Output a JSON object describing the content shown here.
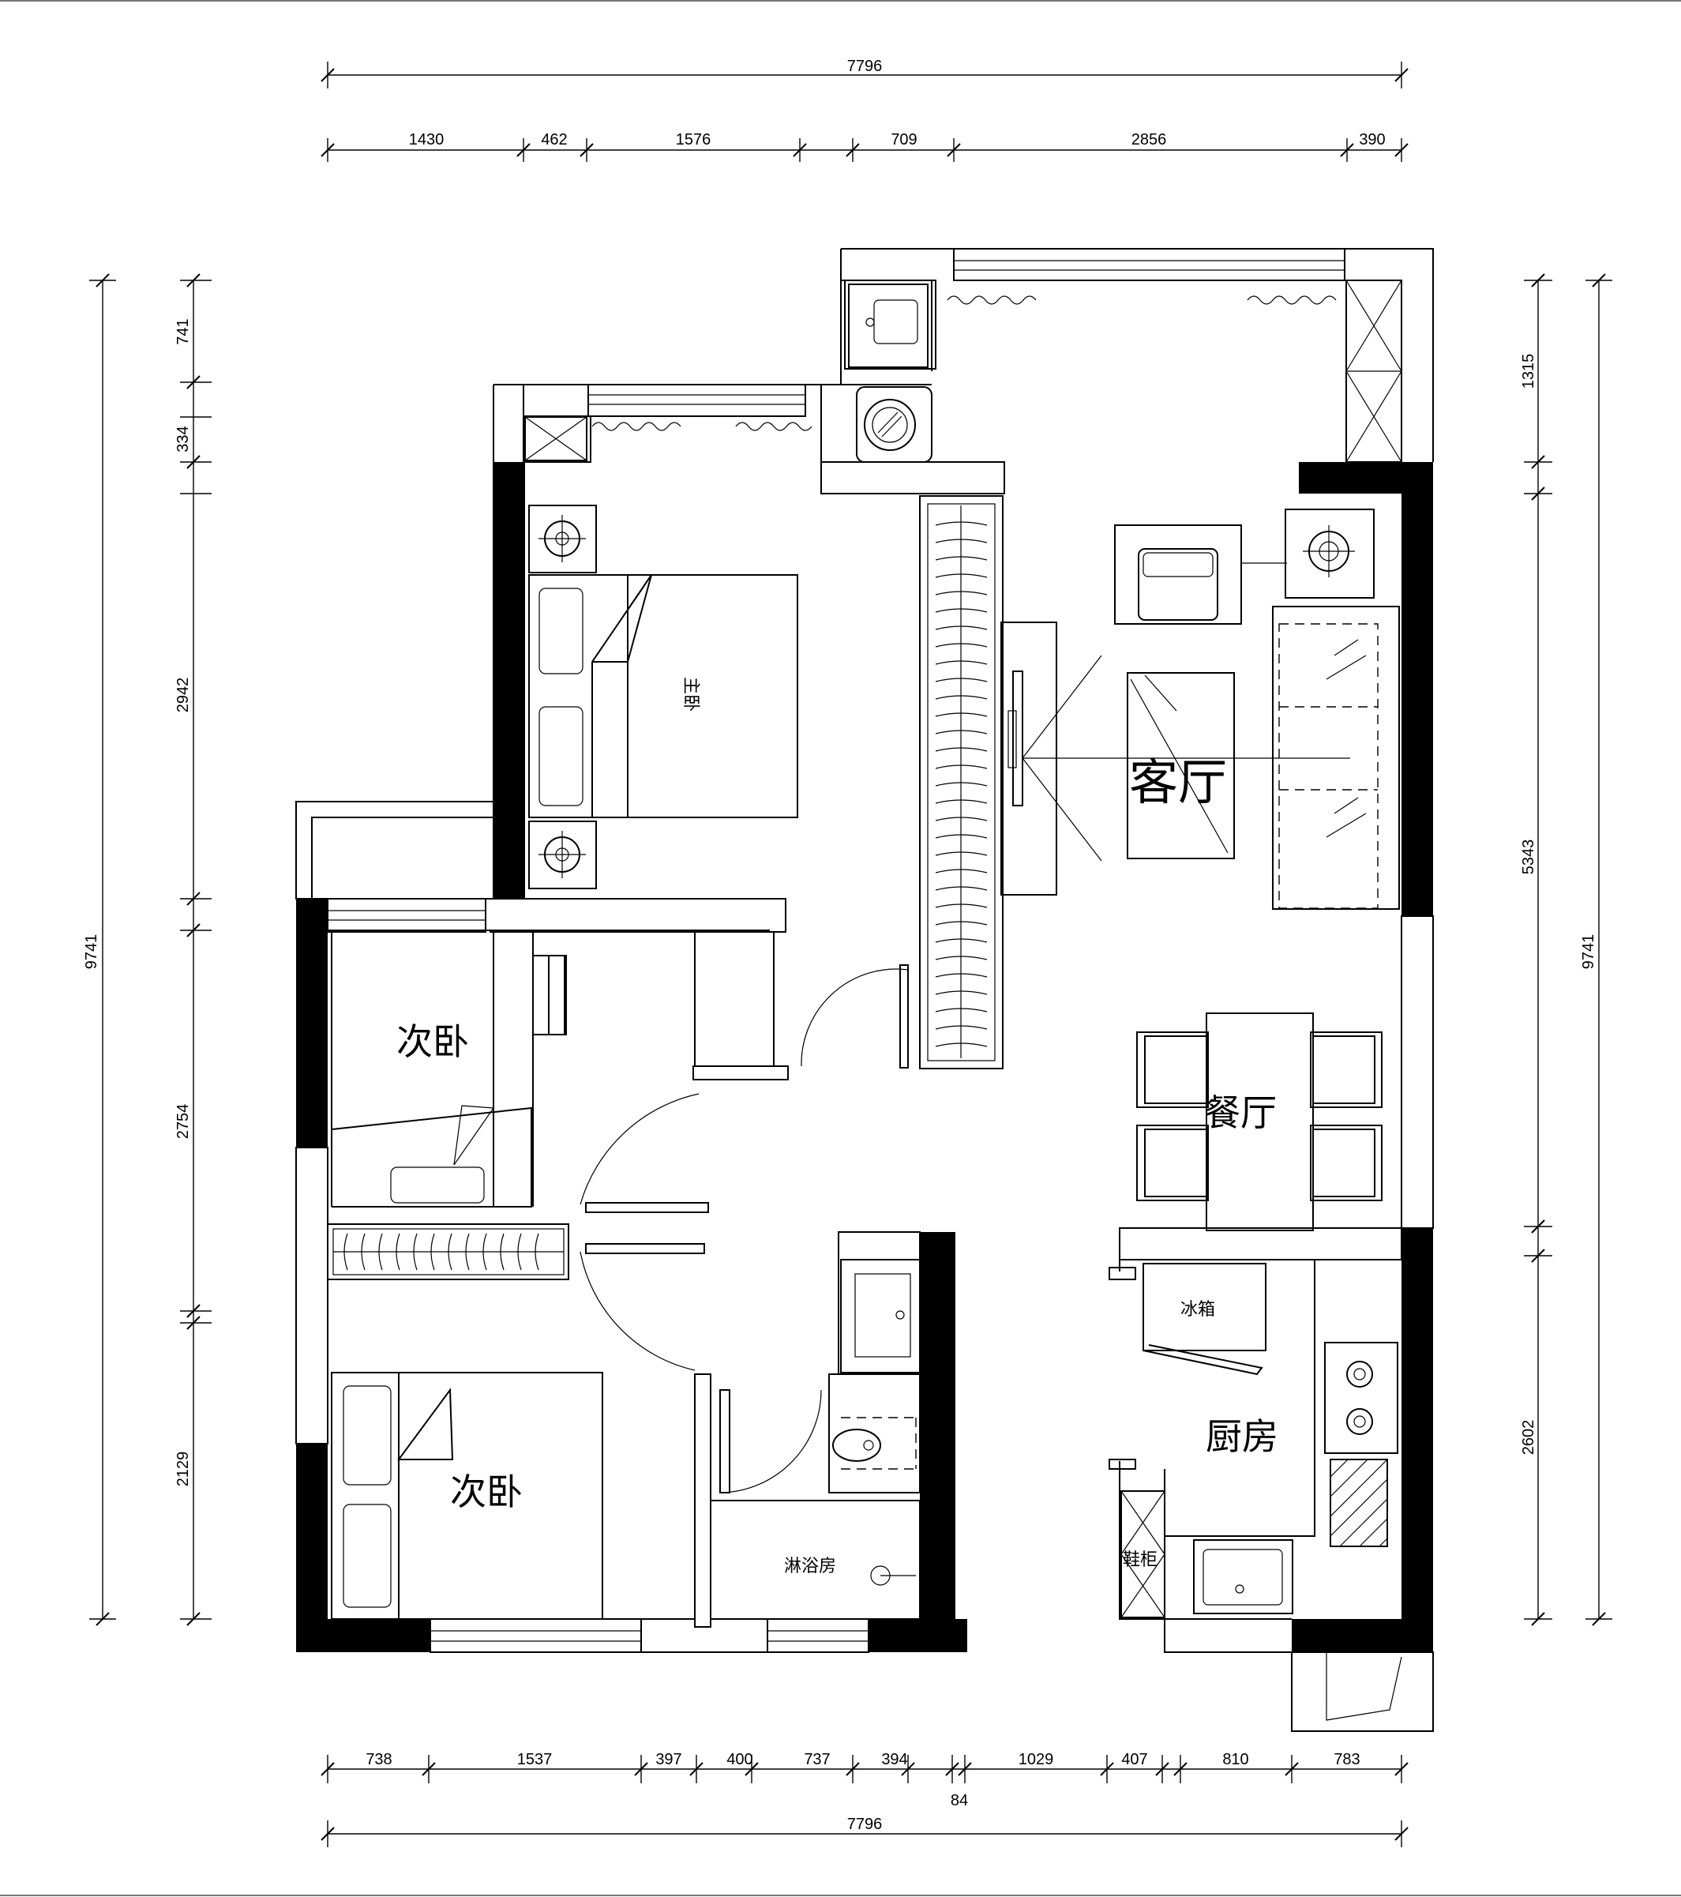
{
  "rooms": {
    "living": "客厅",
    "dining": "餐厅",
    "master_bedroom": "主卧",
    "second_bedroom_top": "次卧",
    "second_bedroom_bottom": "次卧",
    "kitchen": "厨房",
    "fridge": "冰箱",
    "shoe_cabinet": "鞋柜",
    "shower": "淋浴房"
  },
  "dimensions": {
    "top_total": "7796",
    "top_segments": [
      "1430",
      "462",
      "1576",
      "709",
      "2856",
      "390"
    ],
    "left_total": "9741",
    "left_segments": [
      "741",
      "334",
      "2942",
      "2754",
      "2129"
    ],
    "right_total": "9741",
    "right_segments": [
      "1315",
      "5343",
      "2602"
    ],
    "bottom_segments": [
      "738",
      "1537",
      "397",
      "400",
      "737",
      "394",
      "1029",
      "407",
      "810",
      "783"
    ],
    "bottom_small": "84",
    "bottom_total": "7796"
  }
}
